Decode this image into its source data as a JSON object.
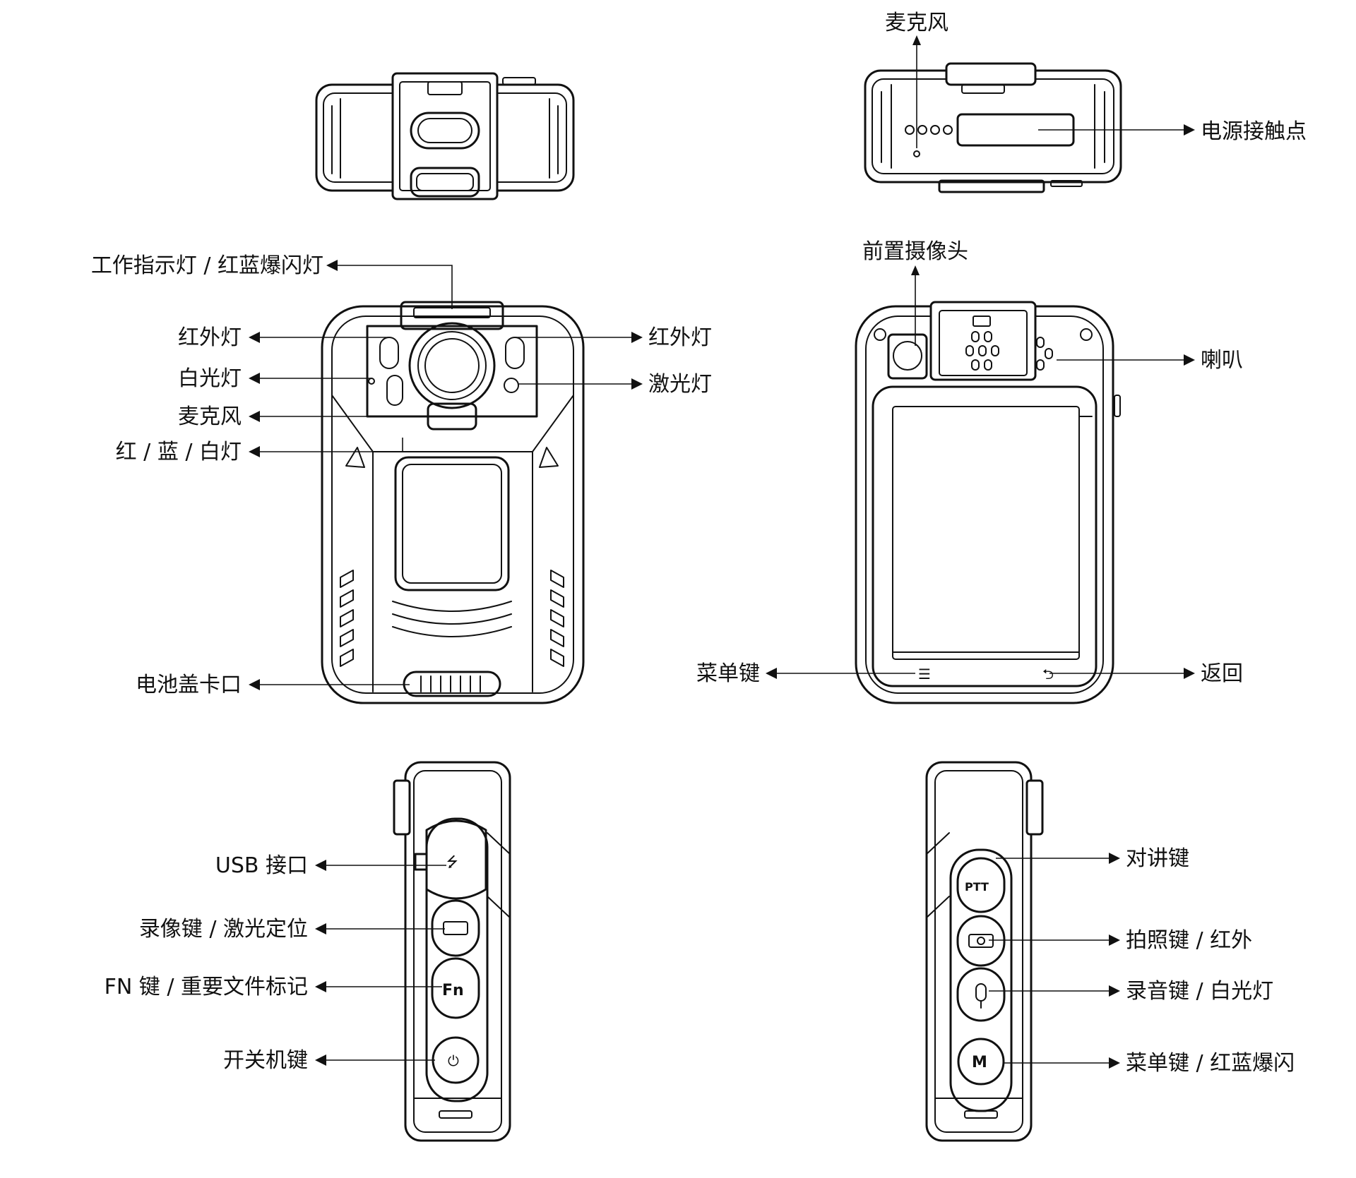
{
  "views": {
    "top_rear": {
      "name": "top-rear-view"
    },
    "top_front": {
      "name": "top-front-view"
    },
    "front": {
      "name": "front-view"
    },
    "back": {
      "name": "back-view"
    },
    "left_side": {
      "name": "left-side-view"
    },
    "right_side": {
      "name": "right-side-view"
    }
  },
  "device_glyphs": {
    "ptt": "PTT",
    "fn": "Fn",
    "m": "M",
    "menu": "☰",
    "back": "⮌",
    "usb": "⭍",
    "power": "⏻"
  },
  "callouts": [
    {
      "id": "top-microphone",
      "text": "麦克风",
      "side": "up"
    },
    {
      "id": "power-contacts",
      "text": "电源接触点",
      "side": "right"
    },
    {
      "id": "work-indicator",
      "text": "工作指示灯 / 红蓝爆闪灯",
      "side": "left"
    },
    {
      "id": "ir-light-left",
      "text": "红外灯",
      "side": "left"
    },
    {
      "id": "white-light",
      "text": "白光灯",
      "side": "left"
    },
    {
      "id": "microphone-front",
      "text": "麦克风",
      "side": "left"
    },
    {
      "id": "rgb-light",
      "text": "红 / 蓝 / 白灯",
      "side": "left"
    },
    {
      "id": "ir-light-right",
      "text": "红外灯",
      "side": "right"
    },
    {
      "id": "laser-light",
      "text": "激光灯",
      "side": "right"
    },
    {
      "id": "battery-latch",
      "text": "电池盖卡口",
      "side": "left"
    },
    {
      "id": "front-camera",
      "text": "前置摄像头",
      "side": "up"
    },
    {
      "id": "speaker",
      "text": "喇叭",
      "side": "right"
    },
    {
      "id": "menu-key",
      "text": "菜单键",
      "side": "left"
    },
    {
      "id": "back-key",
      "text": "返回",
      "side": "right"
    },
    {
      "id": "usb-port",
      "text": "USB 接口",
      "side": "left"
    },
    {
      "id": "record-key",
      "text": "录像键 / 激光定位",
      "side": "left"
    },
    {
      "id": "fn-key",
      "text": "FN 键 / 重要文件标记",
      "side": "left"
    },
    {
      "id": "power-key",
      "text": "开关机键",
      "side": "left"
    },
    {
      "id": "ptt-key",
      "text": "对讲键",
      "side": "right"
    },
    {
      "id": "photo-key",
      "text": "拍照键 / 红外",
      "side": "right"
    },
    {
      "id": "audio-key",
      "text": "录音键 / 白光灯",
      "side": "right"
    },
    {
      "id": "menu-flash-key",
      "text": "菜单键 / 红蓝爆闪",
      "side": "right"
    }
  ]
}
